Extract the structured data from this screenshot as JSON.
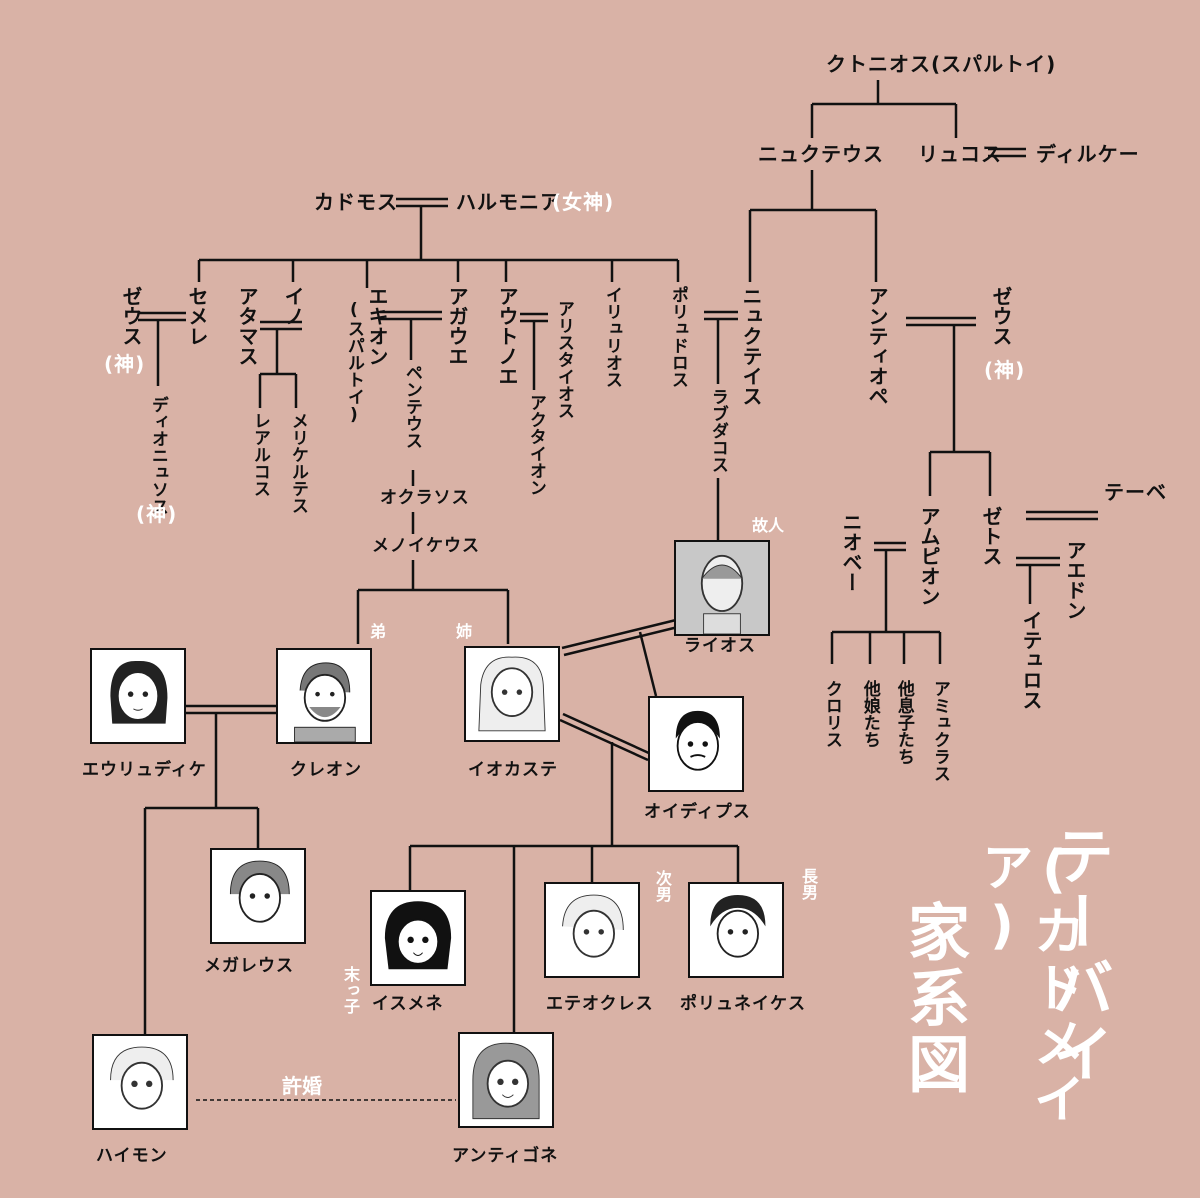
{
  "title": {
    "col1": "テーバイ",
    "col2": "(カドメイア)",
    "col3": "家系図"
  },
  "people": {
    "chthonios": "クトニオス(スパルトイ)",
    "nykteus": "ニュクテウス",
    "lykos": "リュコス",
    "dirke": "ディルケー",
    "kadmos": "カドモス",
    "harmonia": "ハルモニア",
    "harmonia_note": "(女神)",
    "zeus1": "ゼウス",
    "zeus1_note": "(神)",
    "semele": "セメレ",
    "ino": "イノ",
    "athamas": "アタマス",
    "echion": "エキオン",
    "echion_note": "(スパルトイ)",
    "agaue": "アガウエ",
    "autonoe": "アウトノエ",
    "aristaios": "アリスタイオス",
    "illyrios": "イリュリオス",
    "polydoros": "ポリュドロス",
    "nykteis": "ニュクテイス",
    "antiope": "アンティオペ",
    "zeus2": "ゼウス",
    "zeus2_note": "(神)",
    "dionysos": "ディオニュソス",
    "dionysos_note": "(神)",
    "learchos": "レアルコス",
    "melikertes": "メリケルテス",
    "pentheus": "ペンテウス",
    "aktaion": "アクタイオン",
    "labdakos": "ラブダコス",
    "oklasos": "オクラソス",
    "menoikeus": "メノイケウス",
    "laios": "ライオス",
    "laios_note": "故人",
    "amphion": "アムピオン",
    "zethos": "ゼトス",
    "thebe": "テーベ",
    "aedon": "アエドン",
    "itylos": "イテュロス",
    "niobe": "ニオベー",
    "chloris": "クロリス",
    "daughters": "他娘たち",
    "sons": "他息子たち",
    "amyklas": "アミュクラス",
    "eurydike": "エウリュディケ",
    "kreon": "クレオン",
    "kreon_note": "弟",
    "iokaste": "イオカステ",
    "iokaste_note": "姉",
    "oidipous": "オイディプス",
    "megareus": "メガレウス",
    "ismene": "イスメネ",
    "ismene_note": "末っ子",
    "eteokles": "エテオクレス",
    "eteokles_note": "次男",
    "polyneikes": "ポリュネイケス",
    "polyneikes_note": "長男",
    "haimon": "ハイモン",
    "antigone": "アンティゴネ",
    "engaged": "許婚"
  },
  "colors": {
    "background": "#d9b2a6",
    "ink": "#111111",
    "note": "#ffffff"
  }
}
